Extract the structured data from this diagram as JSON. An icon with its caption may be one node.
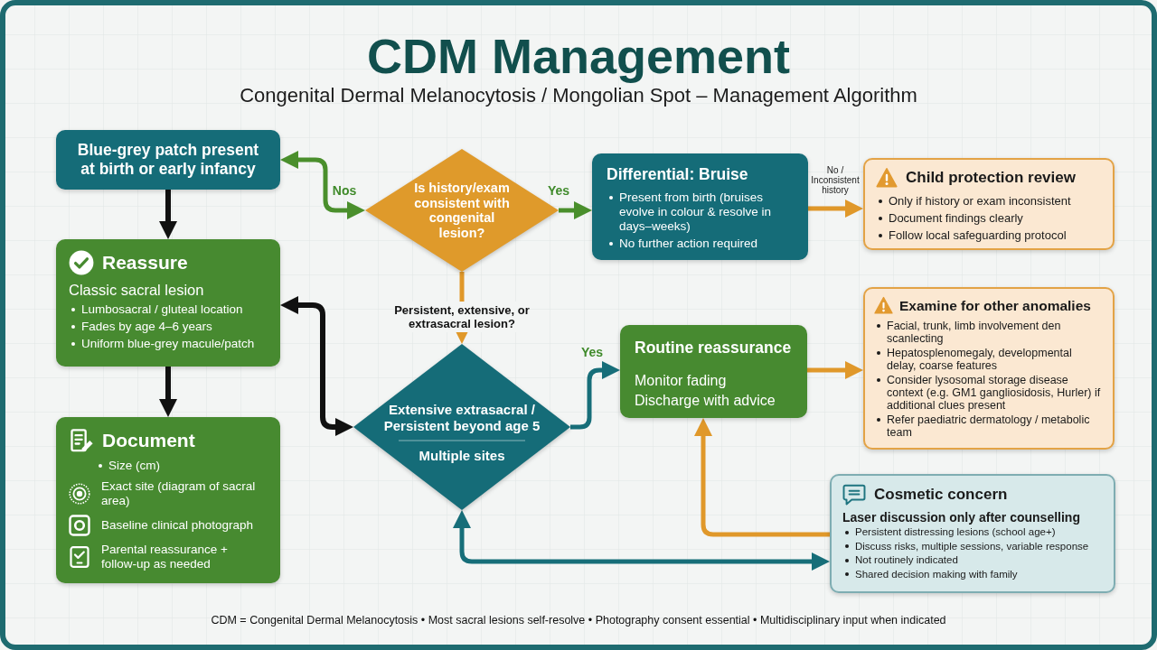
{
  "diagram": {
    "title": "CDM Management",
    "caption": "CDM = Congenital Dermal Melanocytosis • Most sacral lesions self-resolve • Photography consent essential • Multidisciplinary input when indicated",
    "nodes": [
      {
        "text": [
          "Blue-grey patch present at birth or early infancy"
        ]
      },
      {
        "text": [
          "Reassure",
          "Classic sacral lesion",
          "Lumbosacral / gluteal location",
          "Fades by age 4–6 years",
          "Uniform blue-grey macule/patch"
        ]
      },
      {
        "text": [
          "Document",
          "Size (cm)",
          "Exact site (diagram of sacral area)",
          "Baseline clinical photograph",
          "Parental reassurance + follow-up as needed"
        ]
      },
      {
        "text": [
          "Is history/exam consistent with congenital lesion?"
        ]
      },
      {
        "text": [
          "Differential: Bruise",
          "Present from birth (bruises evolve in colour & resolve in days–weeks)",
          "No further action required"
        ]
      },
      {
        "text": [
          "Child protection review",
          "Only if history or exam inconsistent",
          "Document findings clearly",
          "Follow local safeguarding protocol"
        ]
      },
      {
        "text": [
          "Extensive extrasacral / Persistent beyond age 5",
          "Multiple sites"
        ]
      },
      {
        "text": [
          "Routine reassurance",
          "Monitor fading",
          "Discharge with advice"
        ]
      },
      {
        "text": [
          "Examine for other anomalies",
          "Facial, trunk, limb involvement den scanlecting",
          "Hepatosplenomegaly, developmental delay, coarse features",
          "Consider lysosomal storage disease context (e.g. GM1 gangliosidosis, Hurler) if additional clues present",
          "Refer paediatric dermatology / metabolic team"
        ]
      },
      {
        "text": [
          "Cosmetic concern",
          "Laser discussion only after counselling",
          "Persistent distressing lesions (school age+)",
          "Discuss risks, multiple sessions, variable response",
          "Not routinely indicated",
          "Shared decision making with family"
        ]
      }
    ],
    "edges": [
      {
        "from": 0,
        "to": 1,
        "arrow": "to",
        "color": "#111111"
      },
      {
        "from": 1,
        "to": 2,
        "arrow": "to",
        "color": "#111111"
      },
      {
        "from": 3,
        "to": 0,
        "arrow": "both",
        "label": "Nos",
        "color": "#4a8f2c"
      },
      {
        "from": 3,
        "to": 4,
        "arrow": "to",
        "label": "Yes",
        "color": "#4a8f2c"
      },
      {
        "from": 4,
        "to": 5,
        "arrow": "to",
        "label": "No / Inconsistent history"
      },
      {
        "from": 3,
        "to": 6,
        "arrow": "to",
        "label": "Persistent, extensive, or extrasacral lesion?"
      },
      {
        "from": 1,
        "to": 6,
        "arrow": "both",
        "color": "#111111"
      },
      {
        "from": 6,
        "to": 7,
        "arrow": "to",
        "label": "Yes",
        "color": "#176e79"
      },
      {
        "from": 7,
        "to": 8,
        "arrow": "to"
      },
      {
        "from": 9,
        "to": 7,
        "arrow": "to"
      },
      {
        "from": 6,
        "to": 9,
        "arrow": "both",
        "color": "#176e79"
      }
    ],
    "labels": [
      "Congenital Dermal Melanocytosis / Mongolian Spot – Management Algorithm"
    ]
  }
}
